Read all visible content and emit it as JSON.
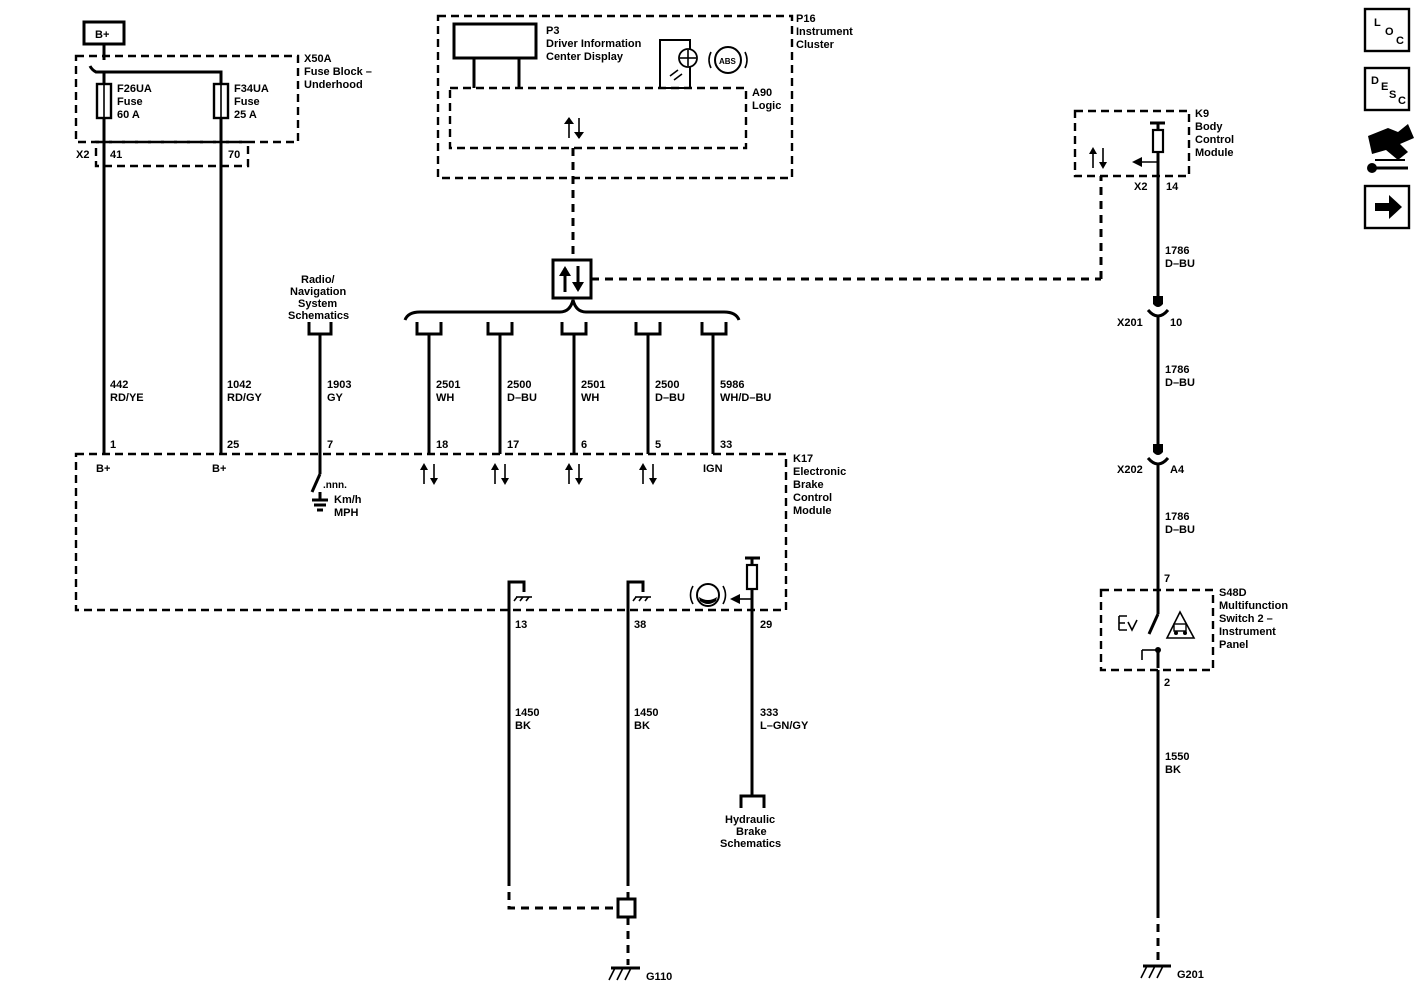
{
  "power": {
    "bplus": "B+"
  },
  "fuse_block": {
    "id": "X50A",
    "name_1": "Fuse Block –",
    "name_2": "Underhood",
    "connector": "X2",
    "fuses": [
      {
        "id": "F26UA",
        "type": "Fuse",
        "rating": "60 A",
        "pin": "41"
      },
      {
        "id": "F34UA",
        "type": "Fuse",
        "rating": "25 A",
        "pin": "70"
      }
    ]
  },
  "cluster": {
    "id": "P16",
    "name_1": "Instrument",
    "name_2": "Cluster",
    "display_id": "P3",
    "display_1": "Driver Information",
    "display_2": "Center Display",
    "logic_id": "A90",
    "logic_name": "Logic",
    "abs_text": "ABS"
  },
  "bcm": {
    "id": "K9",
    "name_1": "Body",
    "name_2": "Control",
    "name_3": "Module",
    "connector": "X2",
    "pin": "14"
  },
  "radio_ref": {
    "l1": "Radio/",
    "l2": "Navigation",
    "l3": "System",
    "l4": "Schematics"
  },
  "wires": [
    {
      "circuit": "442",
      "color": "RD/YE",
      "pin": "1",
      "label": "B+"
    },
    {
      "circuit": "1042",
      "color": "RD/GY",
      "pin": "25",
      "label": "B+"
    },
    {
      "circuit": "1903",
      "color": "GY",
      "pin": "7"
    },
    {
      "circuit": "2501",
      "color": "WH",
      "pin": "18"
    },
    {
      "circuit": "2500",
      "color": "D–BU",
      "pin": "17"
    },
    {
      "circuit": "2501",
      "color": "WH",
      "pin": "6"
    },
    {
      "circuit": "2500",
      "color": "D–BU",
      "pin": "5"
    },
    {
      "circuit": "5986",
      "color": "WH/D–BU",
      "pin": "33",
      "label": "IGN"
    }
  ],
  "ebcm": {
    "id": "K17",
    "name_1": "Electronic",
    "name_2": "Brake",
    "name_3": "Control",
    "name_4": "Module",
    "speed_1": "Km/h",
    "speed_2": "MPH",
    "speed_sym": ".nnn."
  },
  "grounds_left": [
    {
      "pin": "13",
      "circuit": "1450",
      "color": "BK"
    },
    {
      "pin": "38",
      "circuit": "1450",
      "color": "BK"
    }
  ],
  "ground_g110": "G110",
  "hydraulic": {
    "pin": "29",
    "circuit": "333",
    "color": "L–GN/GY",
    "l1": "Hydraulic",
    "l2": "Brake",
    "l3": "Schematics"
  },
  "right_circuit": {
    "seg1": {
      "circuit": "1786",
      "color": "D–BU"
    },
    "x201": {
      "id": "X201",
      "pin": "10"
    },
    "seg2": {
      "circuit": "1786",
      "color": "D–BU"
    },
    "x202": {
      "id": "X202",
      "pin": "A4"
    },
    "seg3": {
      "circuit": "1786",
      "color": "D–BU"
    },
    "switch": {
      "id": "S48D",
      "n1": "Multifunction",
      "n2": "Switch 2 –",
      "n3": "Instrument",
      "n4": "Panel",
      "pin_top": "7",
      "pin_bot": "2"
    },
    "seg4": {
      "circuit": "1550",
      "color": "BK"
    },
    "ground": "G201"
  },
  "nav": {
    "loc": {
      "a": "L",
      "b": "O",
      "c": "C"
    },
    "desc": {
      "a": "D",
      "b": "E",
      "c": "S",
      "d": "C"
    }
  }
}
